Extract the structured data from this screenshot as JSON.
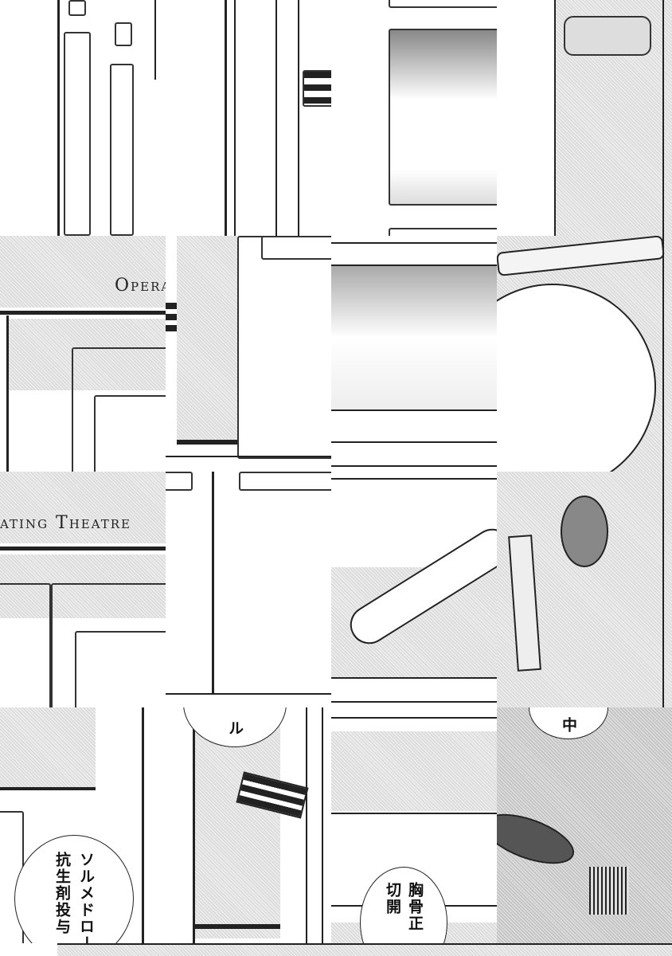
{
  "sign": {
    "part1": "Opera",
    "part2": "ating Theatre"
  },
  "bubbles": {
    "top_left_fragment": "ル",
    "top_right_fragment": "中",
    "solumedrol": "ソルメドロー",
    "antibiotic": "抗生剤投与",
    "sternum": "胸骨正",
    "incision": "切開"
  },
  "colors": {
    "ink": "#222222",
    "screentone": "#d4d4d4",
    "paper": "#ffffff"
  }
}
